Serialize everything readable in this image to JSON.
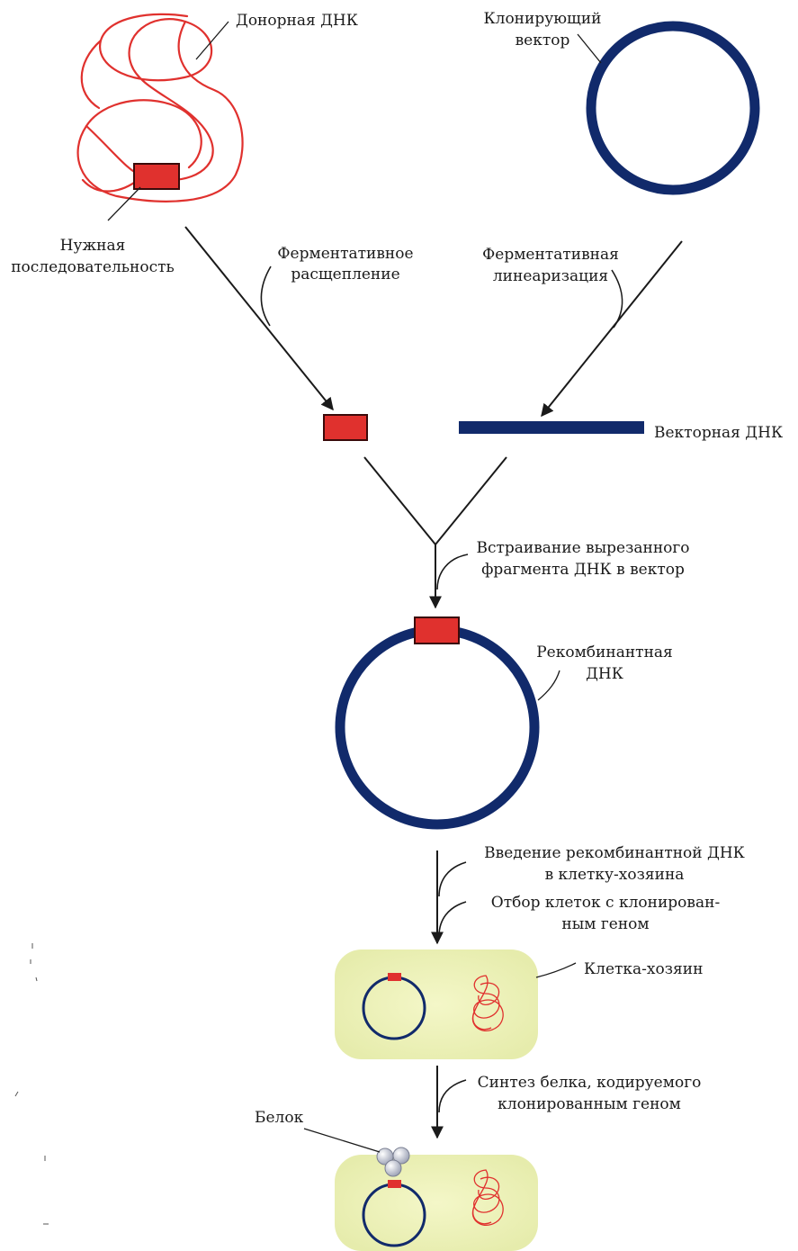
{
  "labels": {
    "donor_dna": "Донорная ДНК",
    "cloning_vector_l1": "Клонирующий",
    "cloning_vector_l2": "вектор",
    "needed_seq_l1": "Нужная",
    "needed_seq_l2": "последовательность",
    "enzymatic_cleavage_l1": "Ферментативное",
    "enzymatic_cleavage_l2": "расщепление",
    "enzymatic_linearization_l1": "Ферментативная",
    "enzymatic_linearization_l2": "линеаризация",
    "vector_dna": "Векторная ДНК",
    "insertion_l1": "Встраивание вырезанного",
    "insertion_l2": "фрагмента ДНК в вектор",
    "recombinant_l1": "Рекомбинантная",
    "recombinant_l2": "ДНК",
    "introduction_l1": "Введение рекомбинантной ДНК",
    "introduction_l2": "в клетку-хозяина",
    "selection_l1": "Отбор клеток с клонирован-",
    "selection_l2": "ным геном",
    "host_cell": "Клетка-хозяин",
    "synthesis_l1": "Синтез белка, кодируемого",
    "synthesis_l2": "клонированным геном",
    "protein": "Белок"
  },
  "colors": {
    "dna_red": "#e0312e",
    "vector_blue": "#112a6b",
    "cell_fill": "#eef2b8",
    "arrow": "#1a1a1a"
  }
}
